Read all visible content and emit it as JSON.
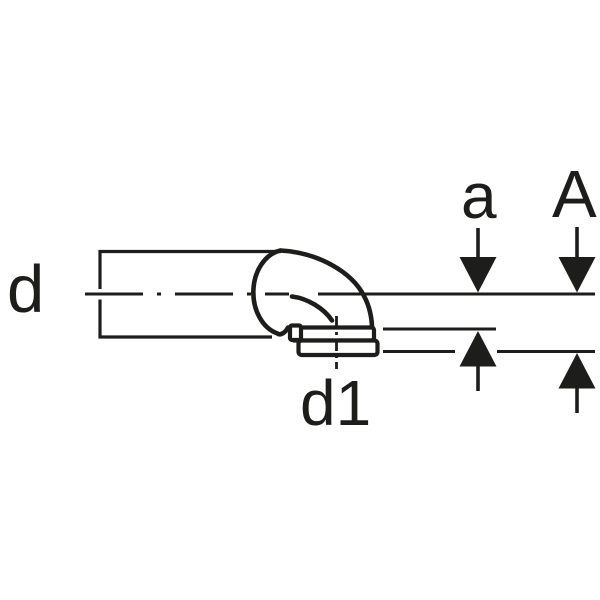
{
  "diagram": {
    "labels": {
      "pipe_diameter": "d",
      "outlet_diameter": "d1",
      "offset_small": "a",
      "offset_large": "A"
    },
    "colors": {
      "line": "#1d1d1b",
      "background": "#ffffff"
    }
  }
}
